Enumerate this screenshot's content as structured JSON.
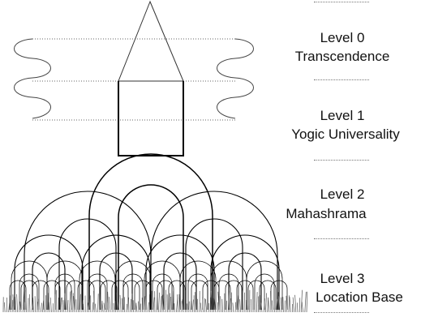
{
  "levels": [
    {
      "level": "Level 0",
      "name": "Transcendence"
    },
    {
      "level": "Level 1",
      "name": "Yogic Universality"
    },
    {
      "level": "Level 2",
      "name": "Mahashrama"
    },
    {
      "level": "Level 3",
      "name": "Location Base"
    }
  ]
}
